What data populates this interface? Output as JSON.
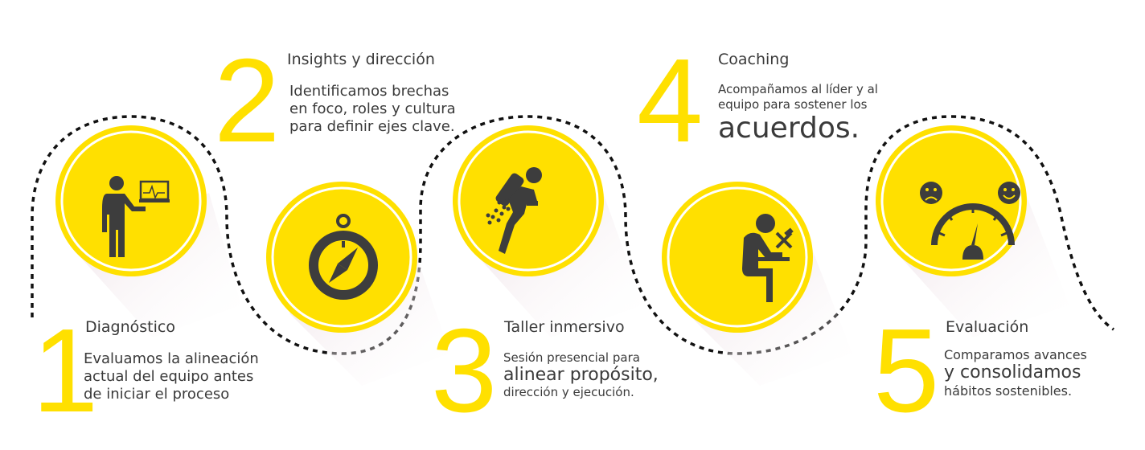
{
  "colors": {
    "accent": "#FFE000",
    "icon": "#3d3d3d",
    "text": "#3a3a3a"
  },
  "steps": [
    {
      "number": "1",
      "title": "Diagnóstico",
      "lines": [
        "Evaluamos la alineación",
        "actual del equipo antes",
        "de iniciar el proceso"
      ],
      "icon": "presenter-laptop-icon"
    },
    {
      "number": "2",
      "title": "Insights y dirección",
      "lines": [
        "Identificamos brechas",
        "en foco, roles y cultura",
        "para definir ejes clave."
      ],
      "icon": "compass-icon"
    },
    {
      "number": "3",
      "title": "Taller inmersivo",
      "lines": [
        "Sesión presencial para",
        "alinear propósito,",
        "dirección y ejecución."
      ],
      "icon": "jetpack-person-icon"
    },
    {
      "number": "4",
      "title": "Coaching",
      "lines": [
        "Acompañamos al líder y al",
        "equipo para sostener los",
        "acuerdos."
      ],
      "icon": "person-desk-tools-icon"
    },
    {
      "number": "5",
      "title": "Evaluación",
      "lines": [
        "Comparamos avances",
        "y consolidamos",
        "hábitos sostenibles."
      ],
      "icon": "gauge-faces-icon"
    }
  ]
}
